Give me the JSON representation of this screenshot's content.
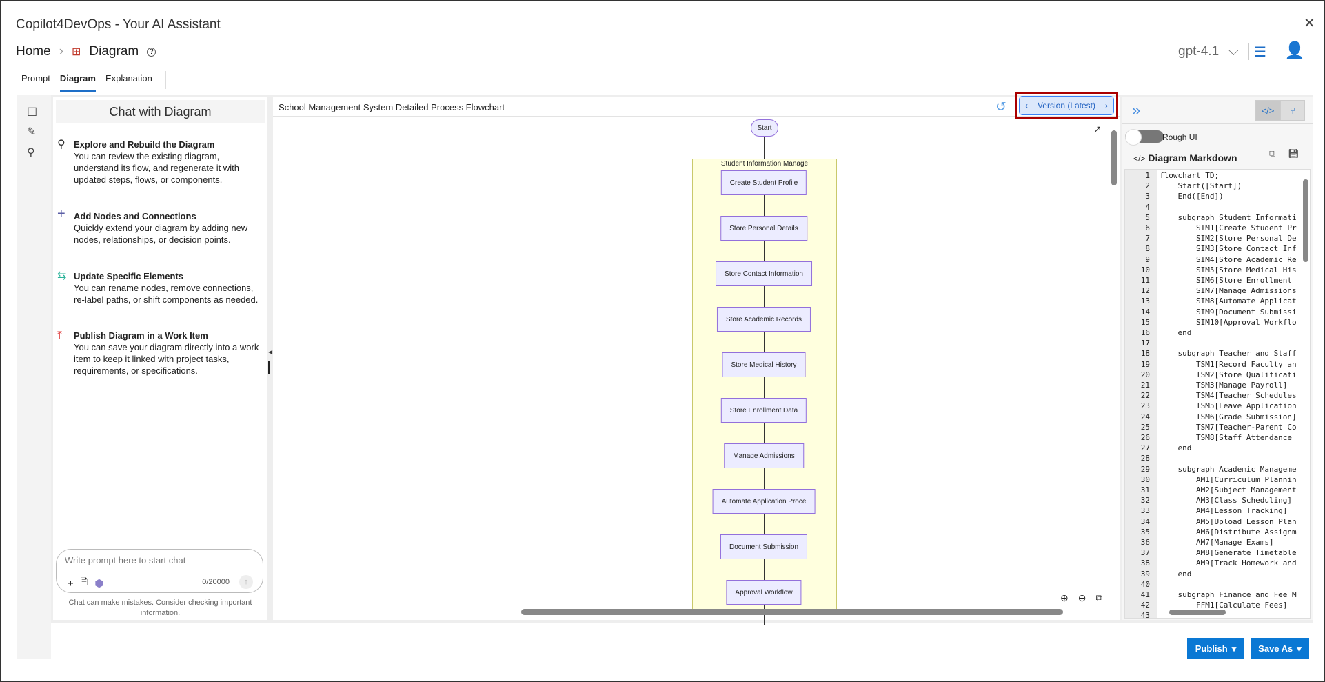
{
  "app": {
    "title": "Copilot4DevOps - Your AI Assistant"
  },
  "breadcrumb": {
    "home": "Home",
    "current": "Diagram"
  },
  "model": {
    "selected": "gpt-4.1"
  },
  "tabs": [
    "Prompt",
    "Diagram",
    "Explanation"
  ],
  "chat": {
    "title": "Chat with Diagram",
    "features": [
      {
        "title": "Explore and Rebuild the Diagram",
        "desc": "You can review the existing diagram, understand its flow, and regenerate it with updated steps, flows, or components.",
        "icon": "search-icon",
        "color": "#333333"
      },
      {
        "title": "Add Nodes and Connections",
        "desc": "Quickly extend your diagram by adding new nodes, relationships, or decision points.",
        "icon": "plus-icon",
        "color": "#5b5ea6"
      },
      {
        "title": "Update Specific Elements",
        "desc": "You can rename nodes, remove connections, re-label paths, or shift components as needed.",
        "icon": "swap-icon",
        "color": "#2bb39a"
      },
      {
        "title": "Publish Diagram in a Work Item",
        "desc": "You can save your diagram directly into a work item to keep it linked with project tasks, requirements, or specifications.",
        "icon": "upload-icon",
        "color": "#e24c4c"
      }
    ],
    "placeholder": "Write prompt here to start chat",
    "count": "0/20000",
    "disclaimer": "Chat can make mistakes. Consider checking important information."
  },
  "diagram": {
    "title": "School Management System Detailed Process Flowchart",
    "version": "Version (Latest)",
    "start": "Start",
    "subgraph": "Student Information Manage",
    "nodes": [
      "Create Student Profile",
      "Store Personal Details",
      "Store Contact Information",
      "Store Academic Records",
      "Store Medical History",
      "Store Enrollment Data",
      "Manage Admissions",
      "Automate Application Proce",
      "Document Submission",
      "Approval Workflow"
    ]
  },
  "markdown": {
    "rough_label": "Rough UI",
    "title": "Diagram Markdown",
    "lines": [
      "flowchart TD;",
      "    Start([Start])",
      "    End([End])",
      "",
      "    subgraph Student Informati",
      "        SIM1[Create Student Pr",
      "        SIM2[Store Personal De",
      "        SIM3[Store Contact Inf",
      "        SIM4[Store Academic Re",
      "        SIM5[Store Medical His",
      "        SIM6[Store Enrollment ",
      "        SIM7[Manage Admissions",
      "        SIM8[Automate Applicat",
      "        SIM9[Document Submissi",
      "        SIM10[Approval Workflo",
      "    end",
      "",
      "    subgraph Teacher and Staff",
      "        TSM1[Record Faculty an",
      "        TSM2[Store Qualificati",
      "        TSM3[Manage Payroll]",
      "        TSM4[Teacher Schedules",
      "        TSM5[Leave Application",
      "        TSM6[Grade Submission]",
      "        TSM7[Teacher-Parent Co",
      "        TSM8[Staff Attendance ",
      "    end",
      "",
      "    subgraph Academic Manageme",
      "        AM1[Curriculum Plannin",
      "        AM2[Subject Management",
      "        AM3[Class Scheduling]",
      "        AM4[Lesson Tracking]",
      "        AM5[Upload Lesson Plan",
      "        AM6[Distribute Assignm",
      "        AM7[Manage Exams]",
      "        AM8[Generate Timetable",
      "        AM9[Track Homework and",
      "    end",
      "",
      "    subgraph Finance and Fee M",
      "        FFM1[Calculate Fees]",
      ""
    ]
  },
  "actions": {
    "publish": "Publish",
    "save_as": "Save As"
  }
}
